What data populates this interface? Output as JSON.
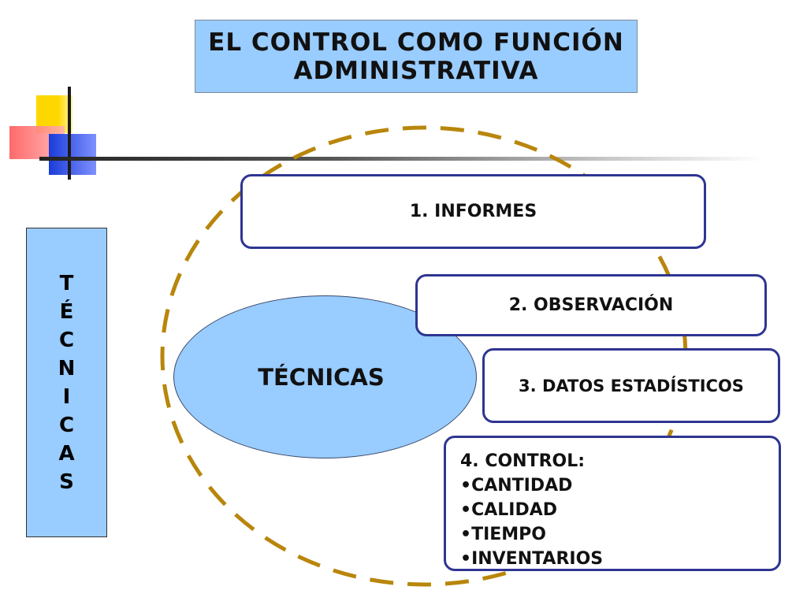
{
  "title": {
    "line1": "El control como función",
    "line2": "administrativa"
  },
  "side_label": {
    "letters": [
      "T",
      "É",
      "C",
      "N",
      "I",
      "C",
      "A",
      "S"
    ]
  },
  "center": {
    "label": "Técnicas"
  },
  "techniques": [
    {
      "label": "1. Informes"
    },
    {
      "label": "2. Observación"
    },
    {
      "label": "3. Datos estadísticos"
    },
    {
      "label": "4. Control:",
      "subitems": [
        "Cantidad",
        "Calidad",
        "Tiempo",
        "Inventarios"
      ]
    }
  ],
  "colors": {
    "box_fill": "#99ccff",
    "box_border": "#2e3592",
    "dashed_circle": "#b8860b"
  }
}
